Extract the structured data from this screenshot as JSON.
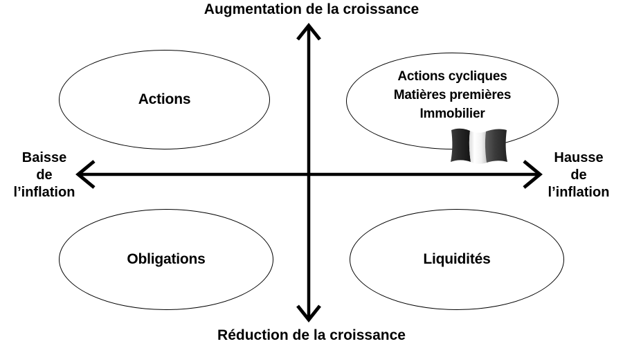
{
  "diagram": {
    "title_top": "Augmentation de la croissance",
    "title_bottom": "Réduction de la croissance",
    "axis_left": "Baisse\nde\nl’inflation",
    "axis_right": "Hausse\nde\nl’inflation",
    "colors": {
      "stroke": "#000000",
      "text": "#000000",
      "background": "#ffffff",
      "flag_dark": "#1a1a1a",
      "flag_light": "#ffffff",
      "flag_mid": "#4d4d4d"
    },
    "quadrants": [
      {
        "id": "top-left",
        "name": "equities",
        "label": "Actions",
        "growth": "Augmentation de la croissance",
        "inflation": "Baisse de l’inflation"
      },
      {
        "id": "top-right",
        "name": "cyclicals",
        "label": "Actions cycliques\nMatières premières\nImmobilier",
        "growth": "Augmentation de la croissance",
        "inflation": "Hausse de l’inflation"
      },
      {
        "id": "bottom-left",
        "name": "bonds",
        "label": "Obligations",
        "growth": "Réduction de la croissance",
        "inflation": "Baisse de l’inflation"
      },
      {
        "id": "bottom-right",
        "name": "cash",
        "label": "Liquidités",
        "growth": "Réduction de la croissance",
        "inflation": "Hausse de l’inflation"
      }
    ],
    "decoration": {
      "flag_icon": "french-flag-icon"
    }
  }
}
